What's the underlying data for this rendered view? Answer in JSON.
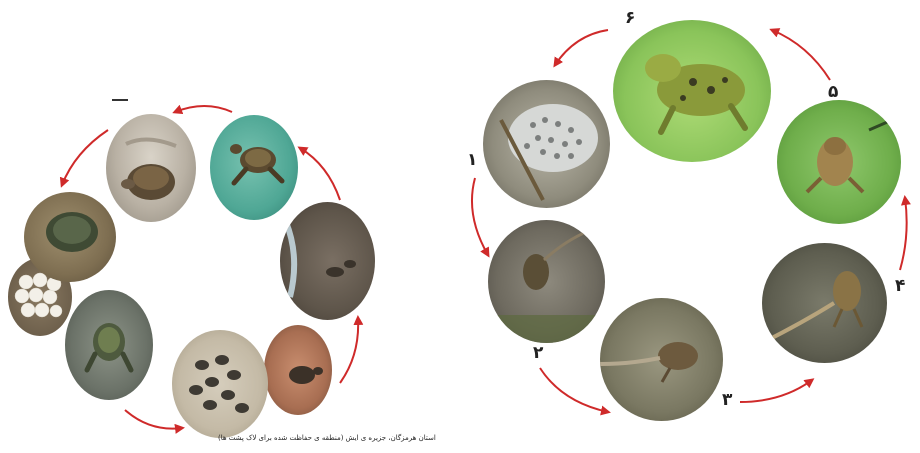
{
  "turtle_cycle": {
    "caption": "استان هرمزگان، جزیره ی ایش (منطقه ی حفاظت شده برای لاک پشت ها)",
    "stages": [
      {
        "name": "egg-laying-on-beach"
      },
      {
        "name": "adult-turtle-swimming"
      },
      {
        "name": "tracks-on-sand"
      },
      {
        "name": "hatchling-in-hands"
      },
      {
        "name": "hatchlings-on-sand"
      },
      {
        "name": "turtle-in-water"
      },
      {
        "name": "eggs"
      },
      {
        "name": "turtle-on-sand"
      }
    ]
  },
  "frog_cycle": {
    "step_labels": [
      "۱",
      "۲",
      "۳",
      "۴",
      "۵",
      "۶"
    ],
    "stages": [
      {
        "name": "frog-eggs"
      },
      {
        "name": "young-tadpole"
      },
      {
        "name": "tadpole-with-hind-legs"
      },
      {
        "name": "tadpole-with-four-legs"
      },
      {
        "name": "froglet-on-leaf"
      },
      {
        "name": "adult-frog"
      }
    ]
  },
  "colors": {
    "arrow": "#cf2a2a"
  }
}
